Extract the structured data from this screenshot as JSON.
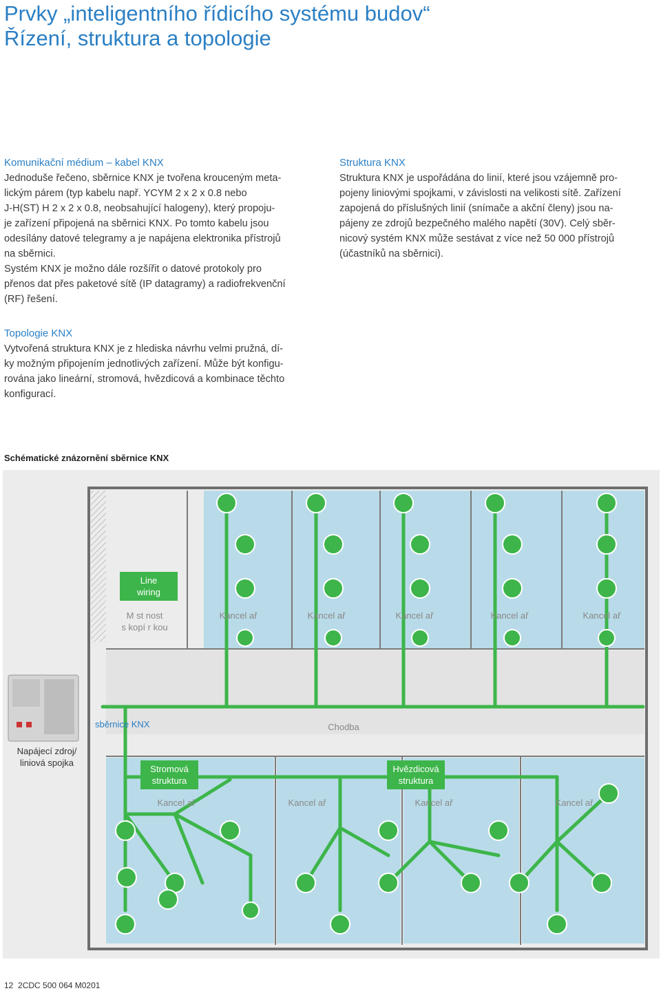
{
  "title": {
    "line1": "Prvky „inteligentního řídicího systému budov“",
    "line2": "Řízení, struktura a topologie"
  },
  "sections": {
    "medium": {
      "heading": "Komunikační médium – kabel KNX",
      "lines": [
        "Jednoduše řečeno, sběrnice KNX je tvořena krouceným meta-",
        "lickým párem (typ kabelu např. YCYM 2 x 2 x 0.8 nebo",
        "J-H(ST) H 2 x 2 x 0.8, neobsahující halogeny), který propoju-",
        "je zařízení připojená na sběrnici KNX. Po tomto kabelu jsou",
        "odesílány datové telegramy a je napájena elektronika přístrojů",
        "na sběrnici.",
        "Systém KNX je možno dále rozšířit o datové protokoly pro",
        "přenos dat přes paketové sítě (IP datagramy) a radiofrekvenční",
        "(RF) řešení."
      ]
    },
    "structure": {
      "heading": "Struktura KNX",
      "lines": [
        "Struktura KNX je uspořádána do linií, které jsou vzájemně pro-",
        "pojeny liniovými spojkami, v závislosti na velikosti sítě. Zařízení",
        "zapojená do příslušných linií (snímače a akční členy) jsou na-",
        "pájeny ze zdrojů bezpečného malého napětí (30V). Celý sběr-",
        "nicový systém KNX může sestávat z více než 50 000 přístrojů",
        "(účastníků na sběrnici)."
      ]
    },
    "topology": {
      "heading": "Topologie KNX",
      "lines": [
        "Vytvořená struktura KNX je z hlediska návrhu velmi pružná, dí-",
        "ky možným připojením jednotlivých zařízení. Může být konfigu-",
        "rována jako lineární, stromová, hvězdicová a kombinace těchto",
        "konfigurací."
      ]
    }
  },
  "figure": {
    "caption": "Schématické znázornění sběrnice KNX",
    "labels": {
      "line_wiring_1": "Line",
      "line_wiring_2": "wiring",
      "copy_room_1": "M st nost",
      "copy_room_2": "s kopí r kou",
      "office": "Kancel ař",
      "bus": "sběrnice KNX",
      "corridor": "Chodba",
      "power_1": "Napájecí zdroj/",
      "power_2": "liniová spojka",
      "tree_1": "Stromová",
      "tree_2": "struktura",
      "star_1": "Hvězdicová",
      "star_2": "struktura"
    },
    "colors": {
      "wire": "#3db54a",
      "room_fill": "#b9dbe9",
      "green_box": "#3db54a",
      "floor": "#e9e9e9",
      "wall": "#6e6e6e"
    }
  },
  "footer": {
    "page": "12",
    "code": "2CDC 500 064 M0201"
  }
}
